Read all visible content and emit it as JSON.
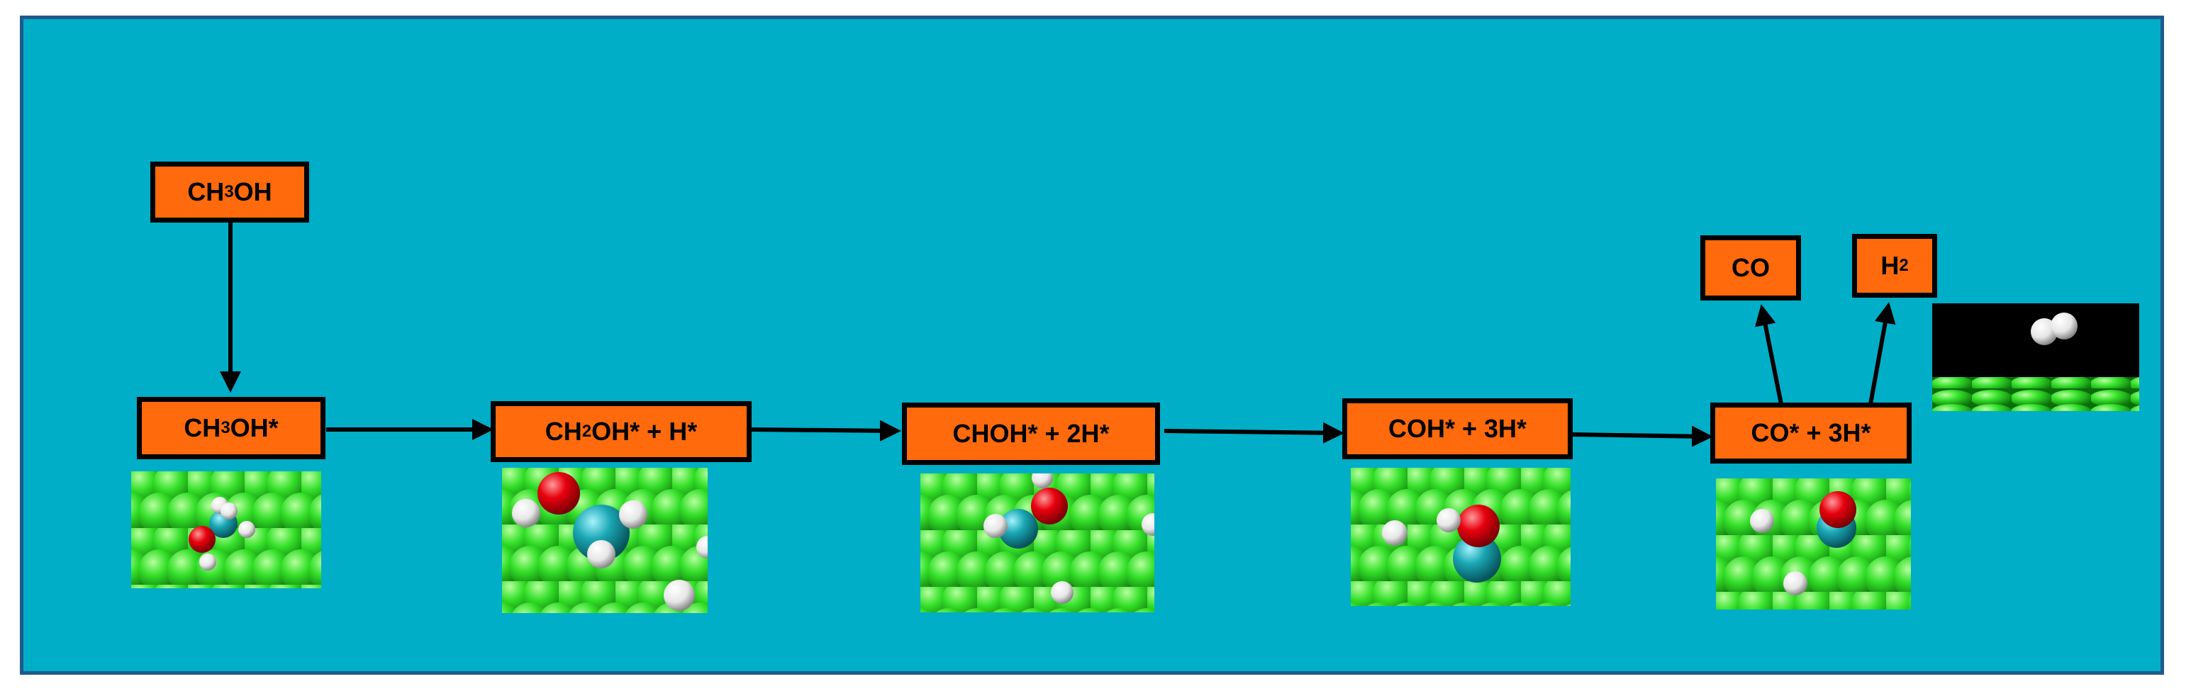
{
  "colors": {
    "background": "#00aec8",
    "frame_border": "#1f5a8c",
    "box_fill": "#ff6a0c",
    "box_border": "#000000",
    "arrow": "#000000",
    "surface_atom": "#27d61f",
    "hydrogen_atom": "#f2f2f2",
    "oxygen_atom": "#e8000e",
    "carbon_atom": "#1aa7b4"
  },
  "species": {
    "ch3oh_gas": {
      "pre": "CH",
      "sub": "3",
      "post": "OH"
    },
    "ch3oh_ads": {
      "pre": "CH",
      "sub": "3",
      "post": "OH*"
    },
    "ch2oh_h": {
      "pre": "CH",
      "sub": "2",
      "post": "OH* + H*"
    },
    "choh_2h": {
      "pre": "CHOH* + 2H*",
      "sub": "",
      "post": ""
    },
    "coh_3h": {
      "pre": "COH* + 3H*",
      "sub": "",
      "post": ""
    },
    "co_3h": {
      "pre": "CO* + 3H*",
      "sub": "",
      "post": ""
    },
    "co_gas": {
      "pre": "CO",
      "sub": "",
      "post": ""
    },
    "h2_gas": {
      "pre": "H",
      "sub": "2",
      "post": ""
    }
  },
  "images": [
    {
      "name": "ch3oh-adsorbed-structure",
      "atoms": [
        "surface",
        "C",
        "O",
        "H",
        "H",
        "H",
        "H"
      ]
    },
    {
      "name": "ch2oh-h-structure",
      "atoms": [
        "surface",
        "C",
        "O",
        "H",
        "H",
        "H",
        "H"
      ]
    },
    {
      "name": "choh-2h-structure",
      "atoms": [
        "surface",
        "C",
        "O",
        "H",
        "H",
        "H"
      ]
    },
    {
      "name": "coh-3h-structure",
      "atoms": [
        "surface",
        "C",
        "O",
        "H"
      ]
    },
    {
      "name": "co-3h-structure",
      "atoms": [
        "surface",
        "C",
        "O",
        "H",
        "H"
      ]
    },
    {
      "name": "h2-desorbed-structure",
      "atoms": [
        "surface",
        "H",
        "H"
      ]
    }
  ]
}
